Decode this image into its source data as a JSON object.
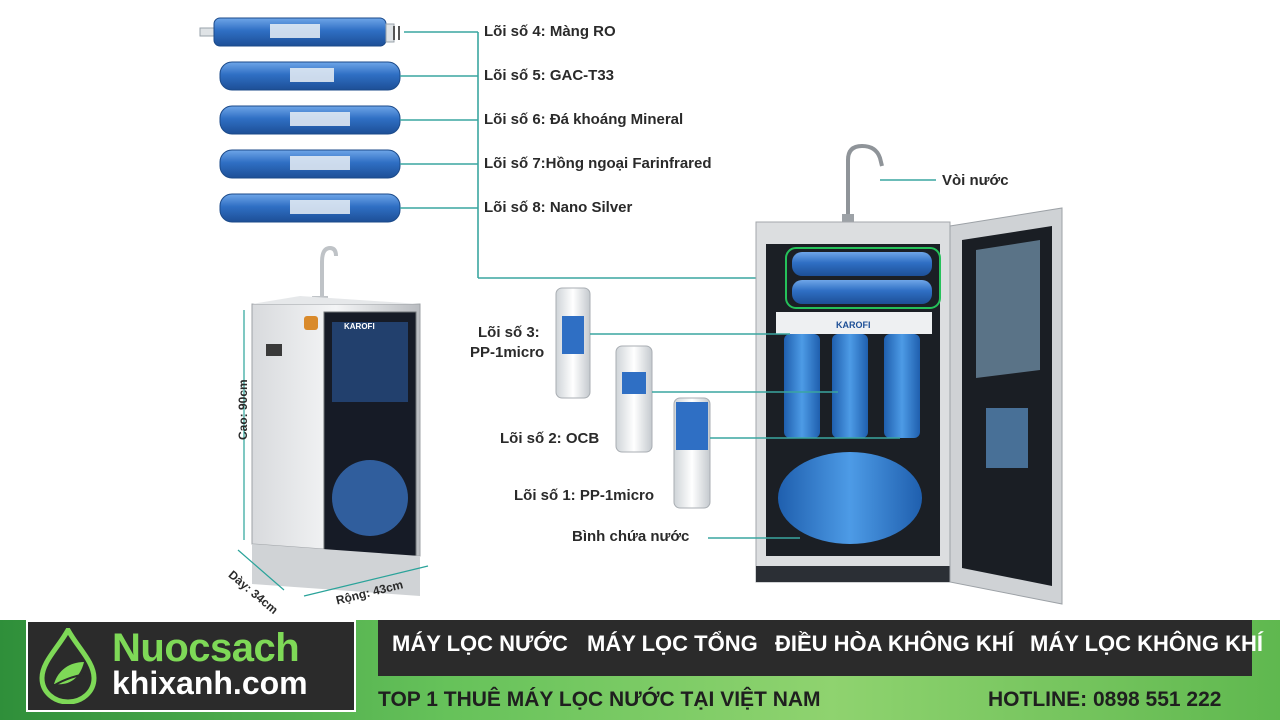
{
  "filters": [
    {
      "label": "Lõi số 4: Màng RO"
    },
    {
      "label": "Lõi số 5: GAC-T33"
    },
    {
      "label": "Lõi số 6: Đá khoáng Mineral"
    },
    {
      "label": "Lõi số 7:Hồng ngoại Farinfrared"
    },
    {
      "label": "Lõi số 8: Nano Silver"
    }
  ],
  "lower_filters": [
    {
      "label_line1": "Lõi số 3:",
      "label_line2": "PP-1micro"
    },
    {
      "label": "Lõi số 2: OCB"
    },
    {
      "label": "Lõi số 1: PP-1micro"
    }
  ],
  "tank_label": "Bình chứa nước",
  "faucet_label": "Vòi nước",
  "dimensions": {
    "height": "Cao: 90cm",
    "depth": "Dày: 34cm",
    "width": "Rộng: 43cm"
  },
  "brand_on_unit": "KAROFI",
  "footer": {
    "logo_line1": "Nuocsach",
    "logo_line2": "khixanh.com",
    "nav": [
      "MÁY LỌC NƯỚC",
      "MÁY LỌC TỔNG",
      "ĐIỀU HÒA KHÔNG KHÍ",
      "MÁY LỌC KHÔNG KHÍ"
    ],
    "tagline": "TOP 1 THUÊ MÁY LỌC NƯỚC TẠI VIỆT NAM",
    "hotline": "HOTLINE: 0898 551 222"
  },
  "colors": {
    "filter_blue": "#2f6fc4",
    "leader_line": "#3aa6a0",
    "banner_green": "#66c25a",
    "banner_dark": "#2b2b2b",
    "logo_green": "#7ed957"
  }
}
